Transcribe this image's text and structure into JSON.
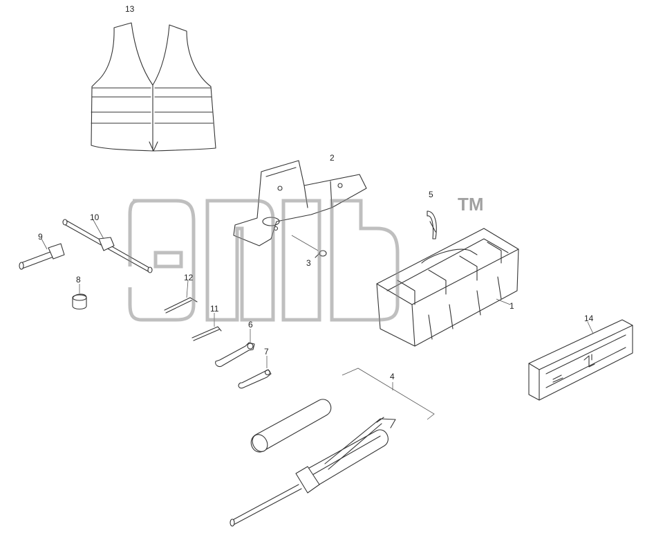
{
  "callouts": {
    "c1": "1",
    "c2": "2",
    "c3": "3",
    "c4": "4",
    "c5": "5",
    "c6": "6",
    "c7": "7",
    "c8": "8",
    "c9": "9",
    "c10": "10",
    "c11": "11",
    "c12": "12",
    "c13": "13",
    "c14": "14"
  },
  "watermark": {
    "trademark": "TM"
  }
}
